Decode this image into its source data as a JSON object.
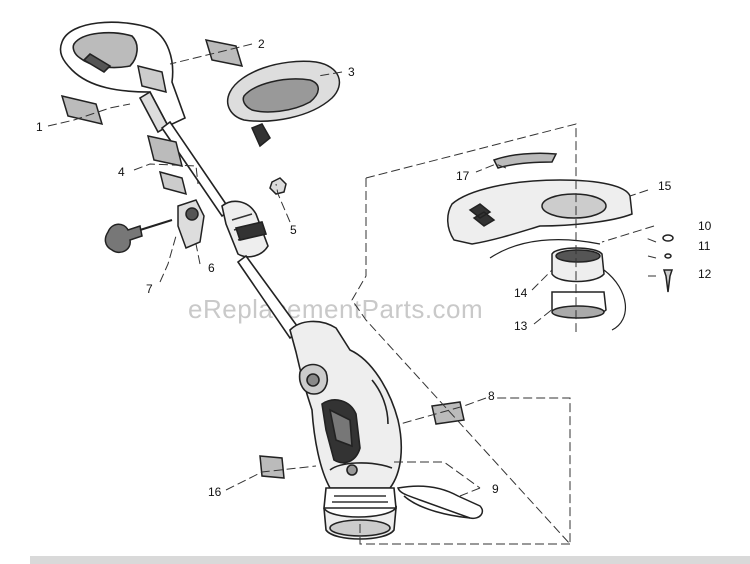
{
  "watermark": "eReplacementParts.com",
  "parts": [
    {
      "num": "1",
      "label": "1"
    },
    {
      "num": "2",
      "label": "2"
    },
    {
      "num": "3",
      "label": "3"
    },
    {
      "num": "4",
      "label": "4"
    },
    {
      "num": "5",
      "label": "5"
    },
    {
      "num": "6",
      "label": "6"
    },
    {
      "num": "7",
      "label": "7"
    },
    {
      "num": "8",
      "label": "8"
    },
    {
      "num": "9",
      "label": "9"
    },
    {
      "num": "10",
      "label": "10"
    },
    {
      "num": "11",
      "label": "11"
    },
    {
      "num": "12",
      "label": "12"
    },
    {
      "num": "13",
      "label": "13"
    },
    {
      "num": "14",
      "label": "14"
    },
    {
      "num": "15",
      "label": "15"
    },
    {
      "num": "16",
      "label": "16"
    },
    {
      "num": "17",
      "label": "17"
    }
  ]
}
